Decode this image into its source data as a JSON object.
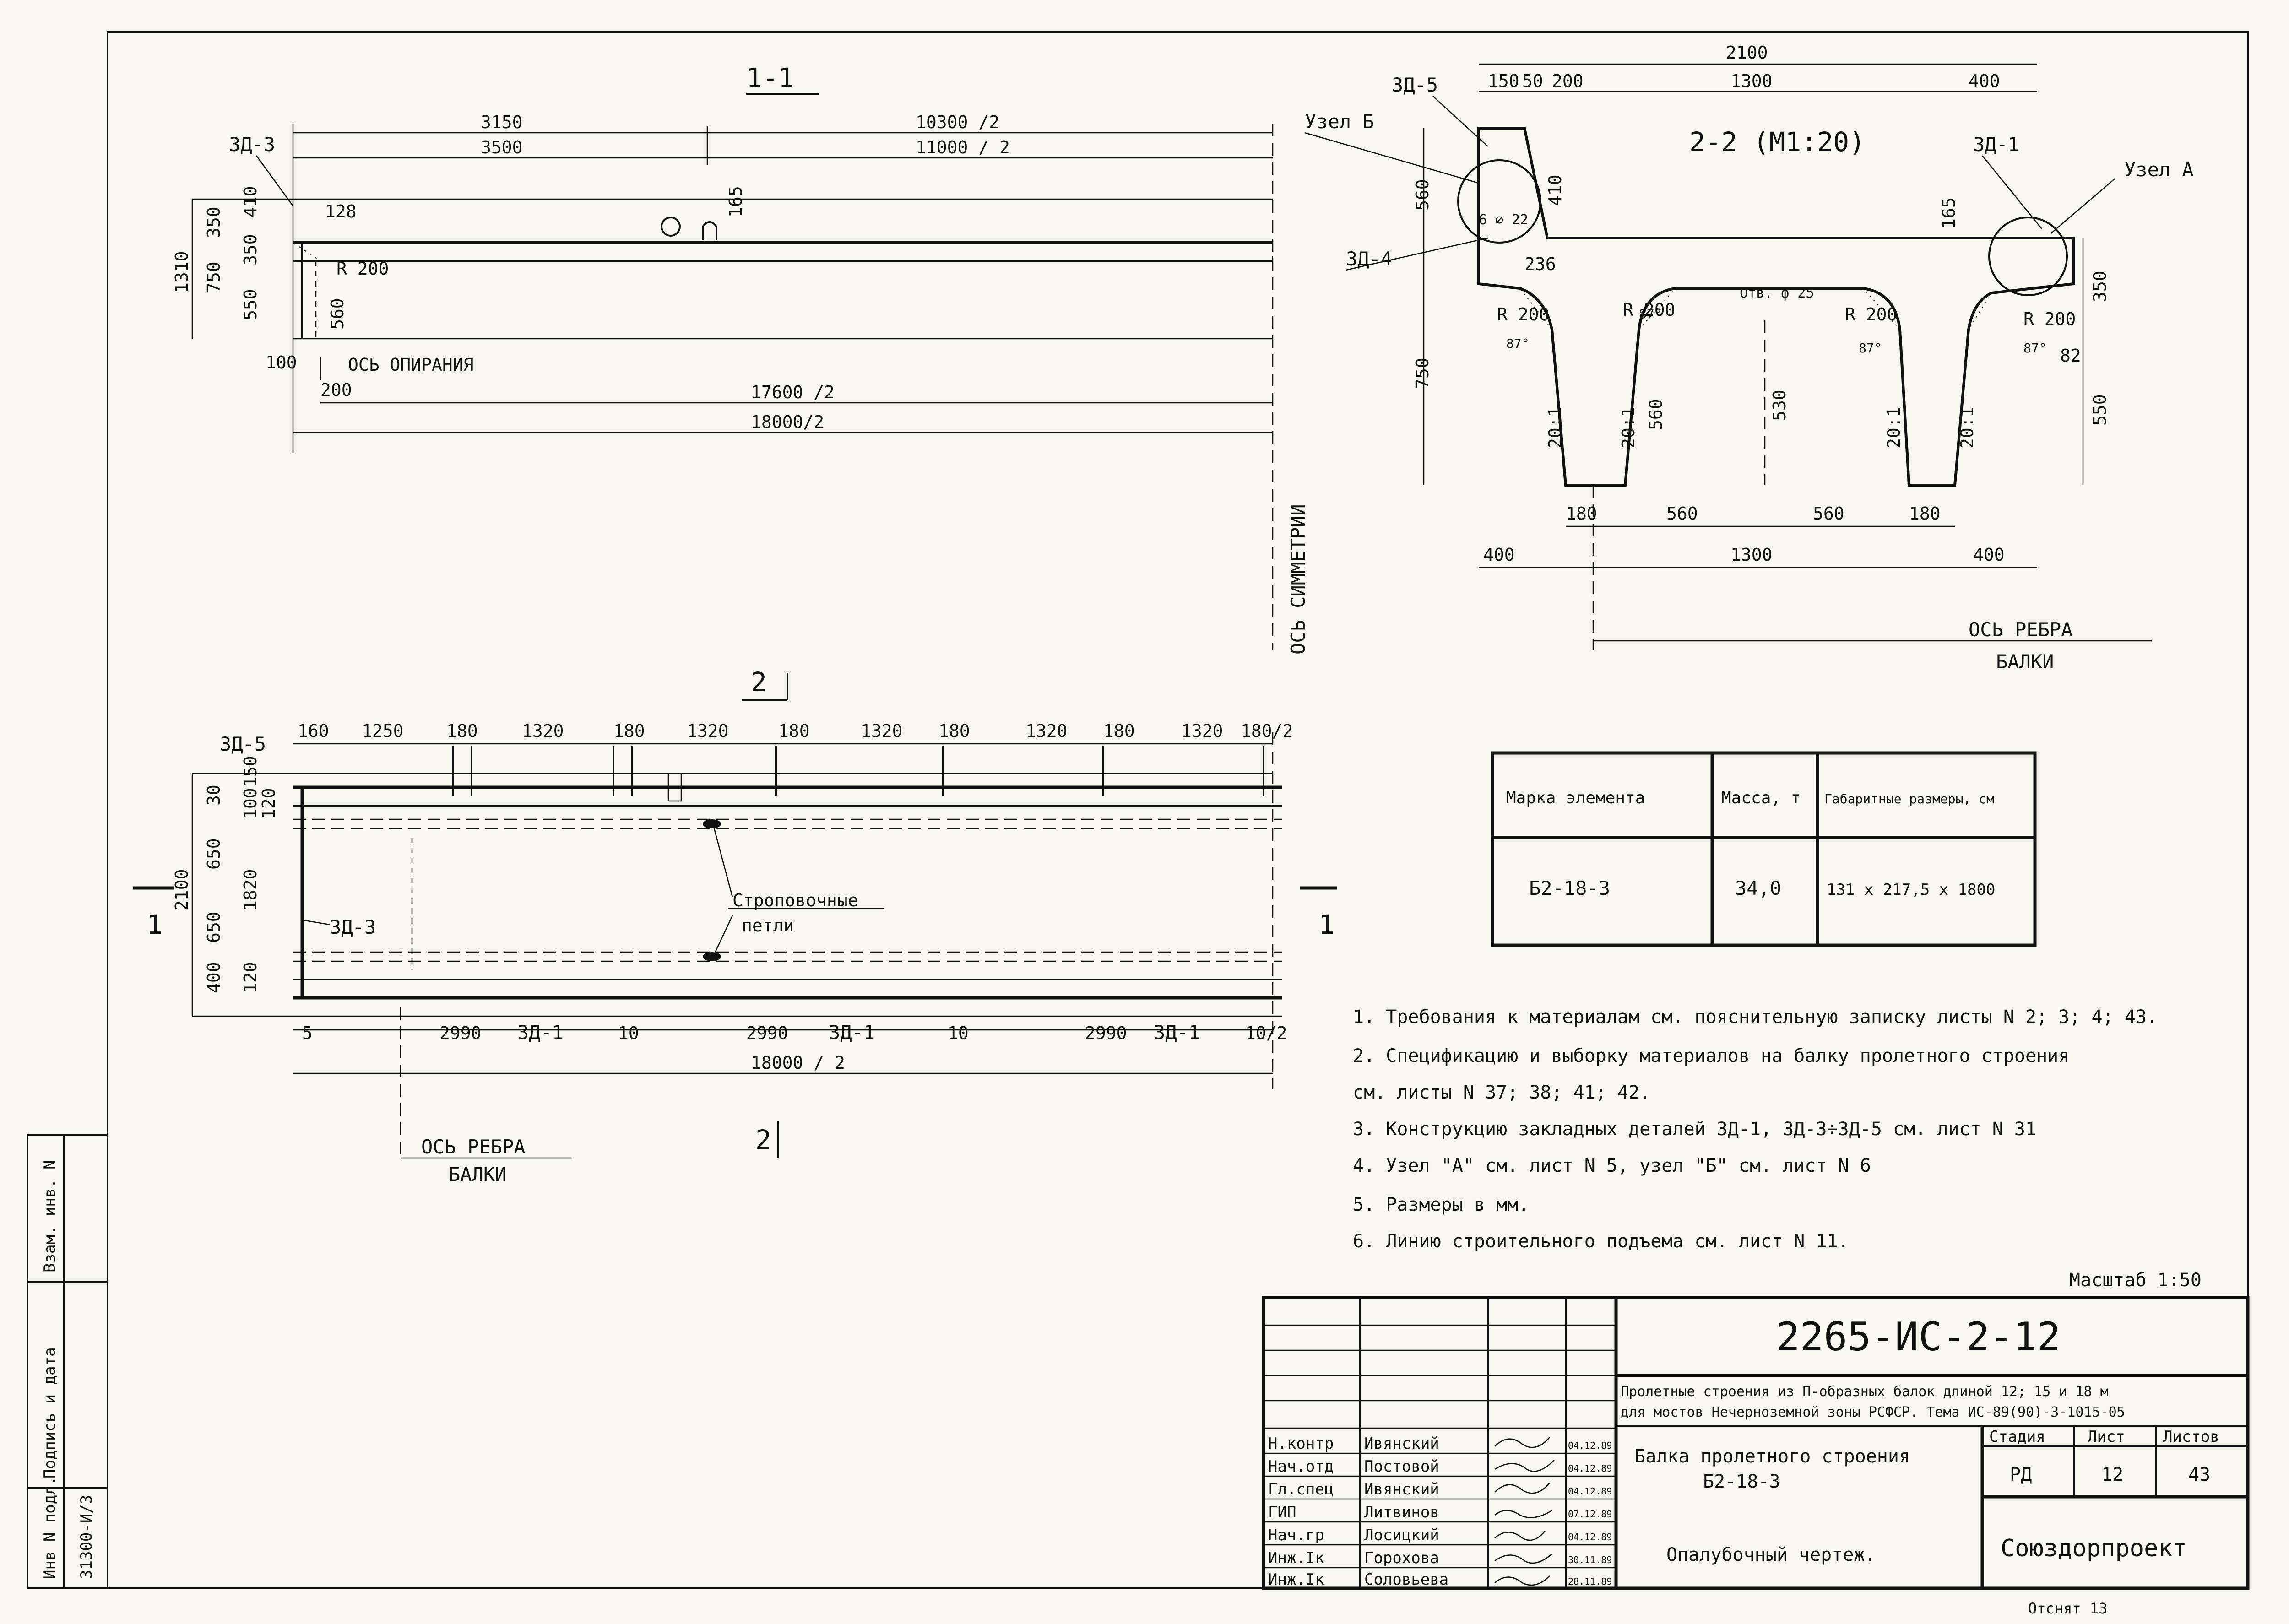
{
  "section_1_1": {
    "title": "1-1",
    "dims_top": [
      "3150",
      "10300 /2",
      "3500",
      "11000 / 2"
    ],
    "dims_left": [
      "1310",
      "350",
      "410",
      "750",
      "350",
      "550",
      "560",
      "128",
      "R 200",
      "165"
    ],
    "dims_bottom": [
      "100",
      "200",
      "17600 /2",
      "18000/2"
    ],
    "labels": {
      "zd3": "ЗД-3",
      "support_axis": "ОСЬ ОПИРАНИЯ",
      "symmetry_axis": "ОСЬ СИММЕТРИИ"
    }
  },
  "section_2_2": {
    "title": "2-2 (М1:20)",
    "dims_top": [
      "2100",
      "150",
      "50",
      "200",
      "1300",
      "400"
    ],
    "dims_side": [
      "560",
      "410",
      "750",
      "165",
      "350",
      "550"
    ],
    "dims_inner": [
      "236",
      "R 200",
      "R 200",
      "R 200",
      "R 200",
      "87°",
      "87°",
      "87°",
      "87°",
      "82",
      "560",
      "530",
      "20:1",
      "20:1",
      "20:1",
      "20:1",
      "Отв. ф 25",
      "6 ⌀ 22"
    ],
    "dims_bottom": [
      "180",
      "560",
      "560",
      "180",
      "400",
      "1300",
      "400"
    ],
    "labels": {
      "zd5": "ЗД-5",
      "zd4": "ЗД-4",
      "zd1": "ЗД-1",
      "node_b": "Узел Б",
      "node_a": "Узел А",
      "rib_axis_1": "ОСЬ РЕБРА",
      "rib_axis_2": "БАЛКИ"
    }
  },
  "plan": {
    "title_2": "2",
    "zd5": "ЗД-5",
    "zd3": "ЗД-3",
    "zd1": "ЗД-1",
    "dims_top": [
      "160",
      "1250",
      "180",
      "1320",
      "180",
      "1320",
      "180",
      "1320",
      "180",
      "1320",
      "180",
      "1320",
      "180/2"
    ],
    "dims_left": [
      "2100",
      "150",
      "30",
      "100",
      "120",
      "650",
      "1820",
      "650",
      "400",
      "120"
    ],
    "dims_bottom": [
      "5",
      "2990",
      "10",
      "2990",
      "10",
      "2990",
      "10/2",
      "18000 / 2"
    ],
    "sling_loops_1": "Строповочные",
    "sling_loops_2": "петли",
    "cut_1": "1",
    "rib_axis_1": "ОСЬ РЕБРА",
    "rib_axis_2": "БАЛКИ"
  },
  "spec_table": {
    "headers": [
      "Марка элемента",
      "Масса, т",
      "Габаритные размеры, см"
    ],
    "row": [
      "Б2-18-3",
      "34,0",
      "131 х 217,5 х 1800"
    ]
  },
  "notes": [
    "1. Требования к материалам см. пояснительную записку листы N 2; 3; 4; 43.",
    "2. Спецификацию и выборку материалов на балку пролетного строения",
    "   см. листы N 37; 38; 41; 42.",
    "3. Конструкцию закладных деталей ЗД-1, ЗД-3÷ЗД-5 см. лист N 31",
    "4. Узел \"А\" см. лист N 5,          узел \"Б\" см. лист N 6",
    "5. Размеры в мм.",
    "6. Линию строительного подъема см. лист N 11."
  ],
  "scale": "Масштаб 1:50",
  "title_block": {
    "code": "2265-ИС-2-12",
    "project_line1": "Пролетные строения из П-образных балок длиной 12; 15 и 18 м",
    "project_line2": "для мостов Нечерноземной зоны РСФСР. Тема ИС-89(90)-3-1015-05",
    "sheet_title_1": "Балка пролетного строения",
    "sheet_title_2": "Б2-18-3",
    "drawing_type": "Опалубочный чертеж.",
    "stage_header": "Стадия",
    "sheet_header": "Лист",
    "sheets_header": "Листов",
    "stage": "РД",
    "sheet": "12",
    "sheets": "43",
    "org": "Союздорпроект",
    "signatures": [
      {
        "role": "Н.контр",
        "name": "Ивянский",
        "date": "04.12.89"
      },
      {
        "role": "Нач.отд",
        "name": "Постовой",
        "date": "04.12.89"
      },
      {
        "role": "Гл.спец",
        "name": "Ивянский",
        "date": "04.12.89"
      },
      {
        "role": "ГИП",
        "name": "Литвинов",
        "date": "07.12.89"
      },
      {
        "role": "Нач.гр",
        "name": "Лосицкий",
        "date": "04.12.89"
      },
      {
        "role": "Инж.Iк",
        "name": "Горохова",
        "date": "30.11.89"
      },
      {
        "role": "Инж.Iк",
        "name": "Соловьева",
        "date": "28.11.89"
      }
    ]
  },
  "side_stamp": {
    "inv_orig": "Инв N подл.",
    "sign_date": "Подпись и дата",
    "inv_replace": "Взам. инв. N",
    "inv_value": "31300-И/3"
  },
  "copied": "Отснят 13"
}
